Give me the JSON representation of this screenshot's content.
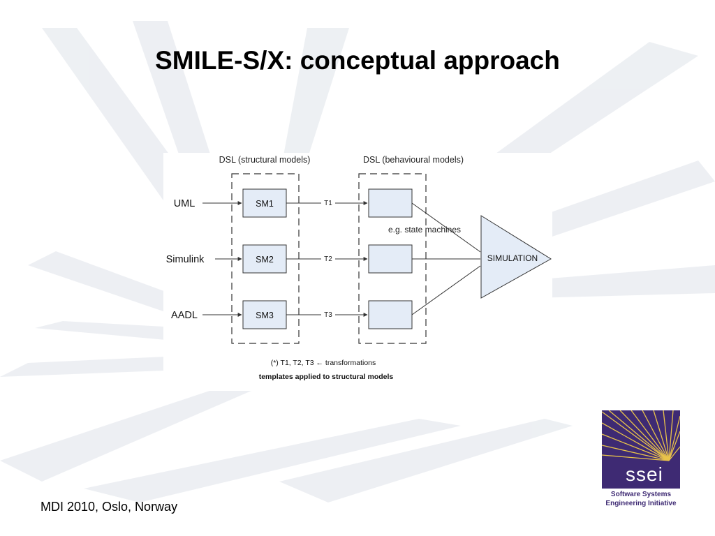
{
  "slide": {
    "title": "SMILE-S/X: conceptual approach",
    "footer": "MDI 2010, Oslo, Norway"
  },
  "diagram": {
    "group_labels": {
      "structural": "DSL (structural models)",
      "behavioural": "DSL (behavioural models)"
    },
    "inputs": [
      "UML",
      "Simulink",
      "AADL"
    ],
    "structural_models": [
      "SM1",
      "SM2",
      "SM3"
    ],
    "transformations": [
      "T1",
      "T2",
      "T3"
    ],
    "behavioural_note": "e.g. state machines",
    "simulation_label": "SIMULATION",
    "footnote": "(*) T1, T2, T3 ← transformations",
    "caption": "templates applied to structural models",
    "colors": {
      "box_fill": "#e4ecf7",
      "stroke": "#333333"
    }
  },
  "logo": {
    "wordmark": "ssei",
    "line1": "Software Systems",
    "line2": "Engineering Initiative",
    "color": "#3e2a73",
    "ray_color": "#e9c34a"
  }
}
